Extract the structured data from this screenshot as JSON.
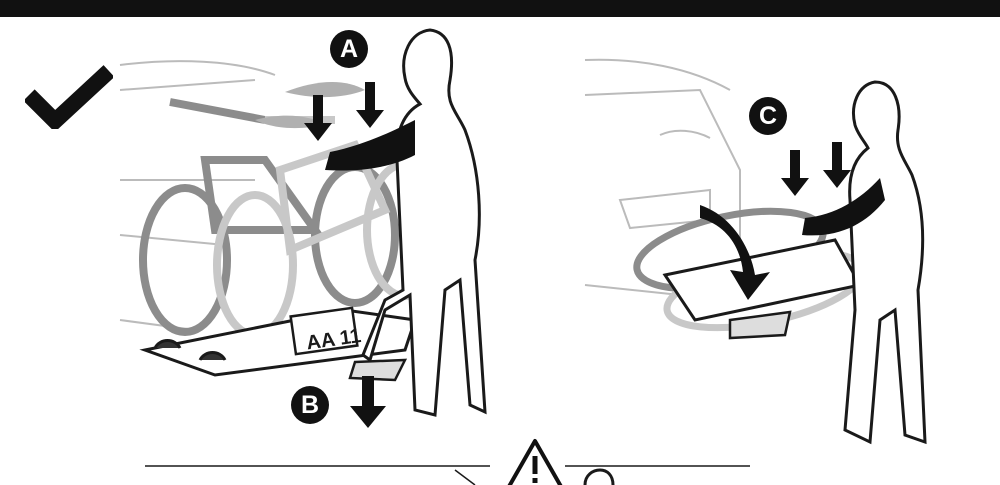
{
  "steps": {
    "a_label": "A",
    "b_label": "B",
    "c_label": "C"
  },
  "plate": {
    "text": "AA 11"
  },
  "icons": {
    "correct_mark": "checkmark-icon",
    "warning": "warning-triangle-icon",
    "push_down_arrows": "down-arrow-icon",
    "tilt_arrow": "curved-arrow-icon"
  },
  "colors": {
    "ink": "#111111",
    "bike_gray": "#9a9a9a",
    "bike_light": "#c8c8c8",
    "outline": "#1a1a1a"
  }
}
